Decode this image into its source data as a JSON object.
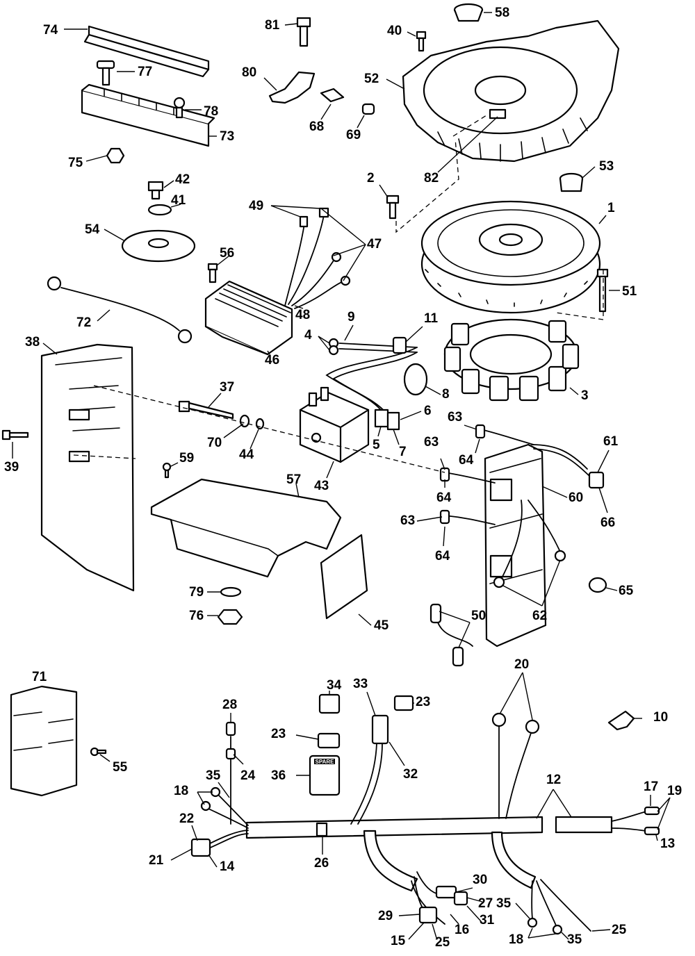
{
  "diagram": {
    "callouts": [
      "1",
      "2",
      "3",
      "4",
      "5",
      "6",
      "7",
      "8",
      "9",
      "10",
      "11",
      "12",
      "13",
      "14",
      "15",
      "16",
      "17",
      "18",
      "19",
      "20",
      "21",
      "22",
      "23",
      "24",
      "25",
      "26",
      "27",
      "28",
      "29",
      "30",
      "31",
      "32",
      "33",
      "34",
      "35",
      "36",
      "37",
      "38",
      "39",
      "40",
      "41",
      "42",
      "43",
      "44",
      "45",
      "46",
      "47",
      "48",
      "49",
      "50",
      "51",
      "52",
      "53",
      "54",
      "55",
      "56",
      "57",
      "58",
      "59",
      "60",
      "61",
      "62",
      "63",
      "64",
      "65",
      "66",
      "68",
      "69",
      "70",
      "71",
      "72",
      "73",
      "74",
      "75",
      "76",
      "77",
      "78",
      "79",
      "80",
      "81",
      "82"
    ],
    "badge_text": "SPARE"
  }
}
